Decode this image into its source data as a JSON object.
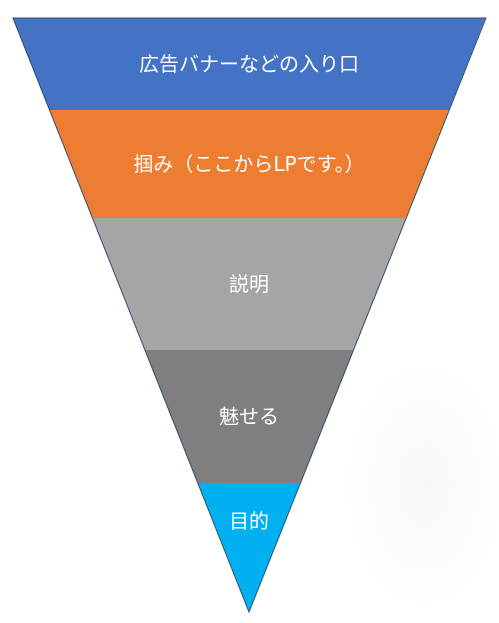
{
  "funnel": {
    "stages": [
      {
        "label": "広告バナーなどの入り口",
        "color": "#4472C4"
      },
      {
        "label": "掴み（ここからLPです。）",
        "color": "#ED7D31"
      },
      {
        "label": "説明",
        "color": "#A5A5A5"
      },
      {
        "label": "魅せる",
        "color": "#7F7F7F"
      },
      {
        "label": "目的",
        "color": "#00B0F0"
      }
    ]
  }
}
